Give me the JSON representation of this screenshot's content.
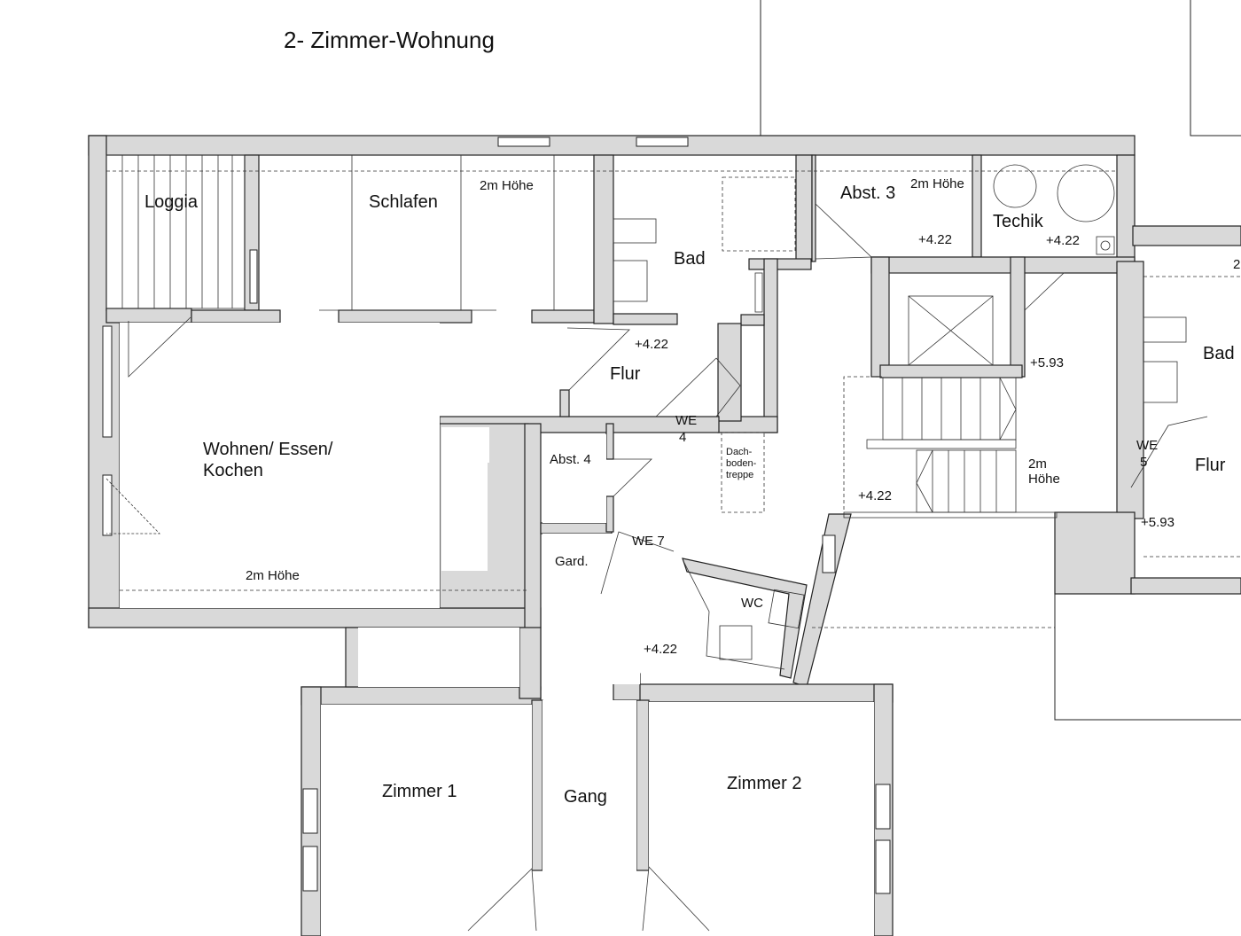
{
  "title": "2- Zimmer-Wohnung",
  "rooms": {
    "loggia": "Loggia",
    "schlafen": "Schlafen",
    "bad": "Bad",
    "abst3": "Abst. 3",
    "techik": "Techik",
    "flur": "Flur",
    "wohnen_line1": "Wohnen/ Essen/",
    "wohnen_line2": "Kochen",
    "abst4": "Abst. 4",
    "gard": "Gard.",
    "wc": "WC",
    "zimmer1": "Zimmer 1",
    "gang": "Gang",
    "zimmer2": "Zimmer 2",
    "bad_right": "Bad",
    "flur_right": "Flur"
  },
  "labels": {
    "hoehe_schlafen": "2m Höhe",
    "hoehe_abst3": "2m Höhe",
    "hoehe_wohnen": "2m Höhe",
    "hoehe_stair_1": "2m",
    "hoehe_stair_2": "Höhe",
    "level_abst3": "+4.22",
    "level_techik": "+4.22",
    "level_flur": "+4.22",
    "level_stair": "+5.93",
    "level_landing": "+4.22",
    "level_wc": "+4.22",
    "level_right": "+5.93",
    "we4_line1": "WE",
    "we4_line2": "4",
    "we5_line1": "WE",
    "we5_line2": "5",
    "we7": "WE 7",
    "dach_1": "Dach-",
    "dach_2": "boden-",
    "dach_3": "treppe",
    "edge_right": "2"
  }
}
